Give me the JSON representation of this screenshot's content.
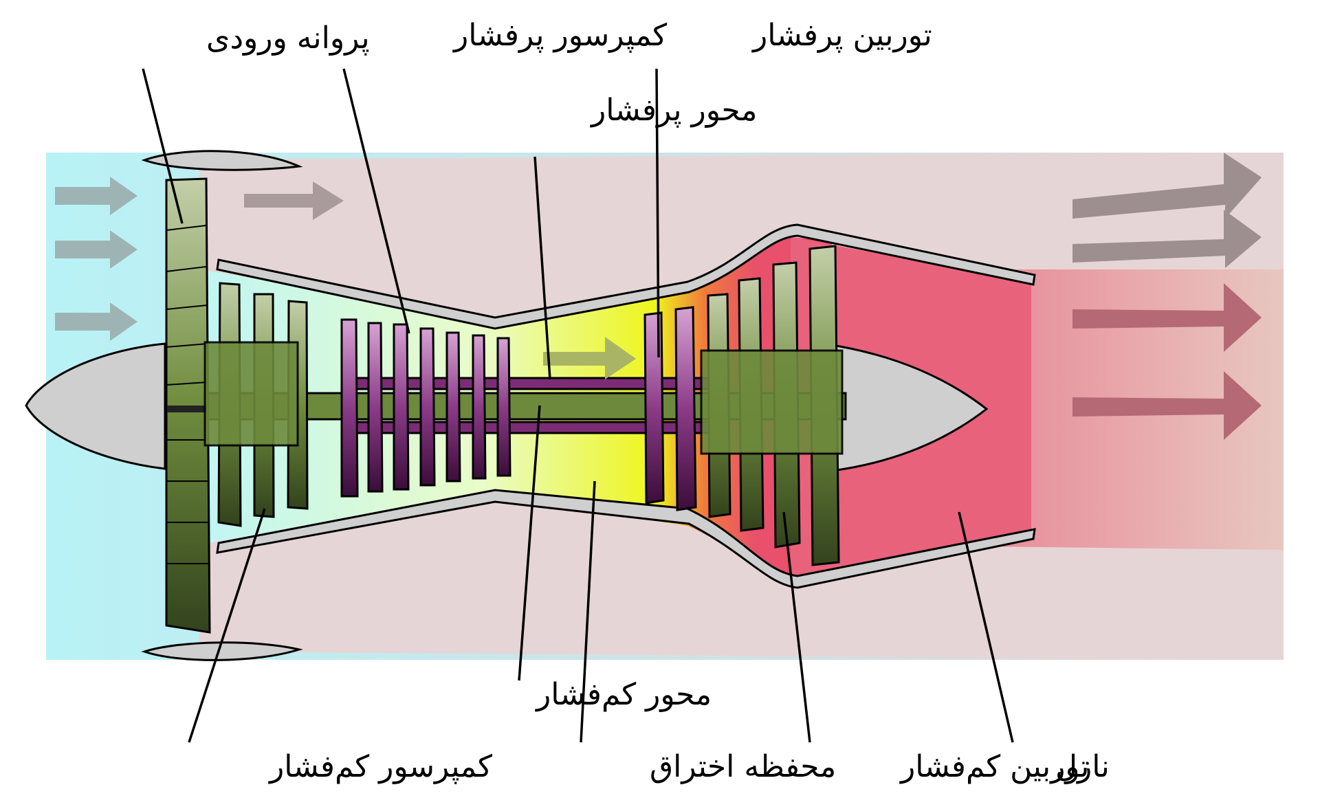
{
  "labels": {
    "fan": "پروانه ورودی",
    "hp_compressor": "کمپرسور پرفشار",
    "hp_shaft": "محور پرفشار",
    "hp_turbine": "توربین پرفشار",
    "lp_shaft": "محور کم‌فشار",
    "lp_compressor": "کمپرسور کم‌فشار",
    "combustor": "محفظه اختراق",
    "lp_turbine": "توربین کم‌فشار",
    "nozzle": "نازل"
  },
  "colors": {
    "inlet_air": "#bff2f5",
    "bypass_air": "#e9d5d6",
    "hot_exhaust": "#e85a78",
    "combustion": "#eef21c",
    "lp_spool": "#6d8a3c",
    "hp_spool": "#7b2c74",
    "casing": "#cfcfcf"
  }
}
